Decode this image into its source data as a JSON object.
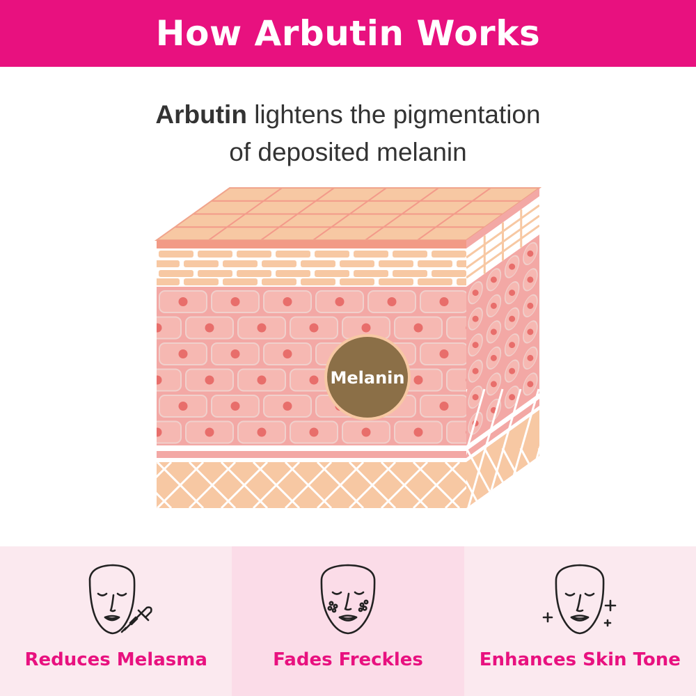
{
  "colors": {
    "brand": "#e8117f",
    "panel_left": "#fbe9ef",
    "panel_mid": "#fbdce8",
    "panel_right": "#fbe9ef",
    "melanin": "#8b6f47",
    "cell": "#f6b8b2",
    "nucleus": "#e86e6b",
    "skin_top": "#f7c8a3"
  },
  "header": {
    "title": "How Arbutin Works"
  },
  "intro": {
    "bold": "Arbutin",
    "line1_rest": " lightens the pigmentation",
    "line2": "of deposited melanin"
  },
  "diagram": {
    "melanin_label": "Melanin"
  },
  "features": [
    {
      "label": "Reduces Melasma",
      "icon": "face-dropper-icon"
    },
    {
      "label": "Fades Freckles",
      "icon": "face-freckles-icon"
    },
    {
      "label": "Enhances Skin Tone",
      "icon": "face-sparkle-icon"
    }
  ]
}
